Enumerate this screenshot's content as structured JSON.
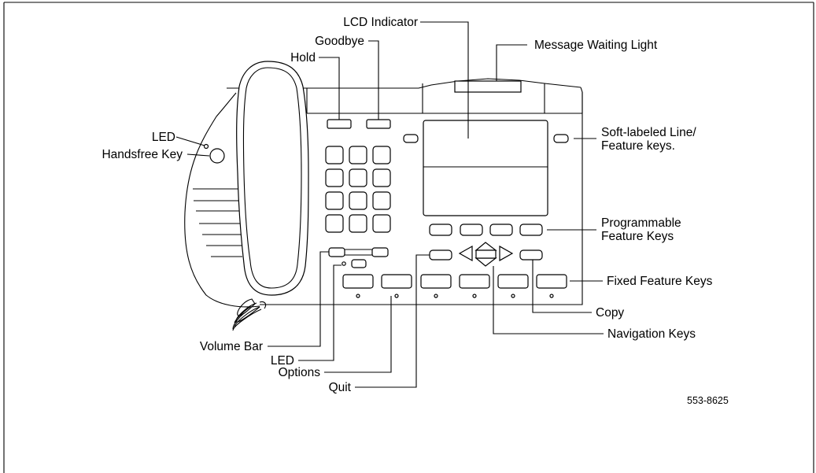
{
  "labels": {
    "lcd_indicator": "LCD Indicator",
    "goodbye": "Goodbye",
    "hold": "Hold",
    "message_waiting": "Message Waiting Light",
    "led_top": "LED",
    "handsfree": "Handsfree Key",
    "soft_line1": "Soft-labeled Line/",
    "soft_line2": "Feature keys.",
    "prog1": "Programmable",
    "prog2": "Feature Keys",
    "fixed": "Fixed Feature Keys",
    "copy": "Copy",
    "navigation": "Navigation Keys",
    "volume": "Volume Bar",
    "led_bottom": "LED",
    "options": "Options",
    "quit": "Quit"
  },
  "figure_number": "553-8625"
}
